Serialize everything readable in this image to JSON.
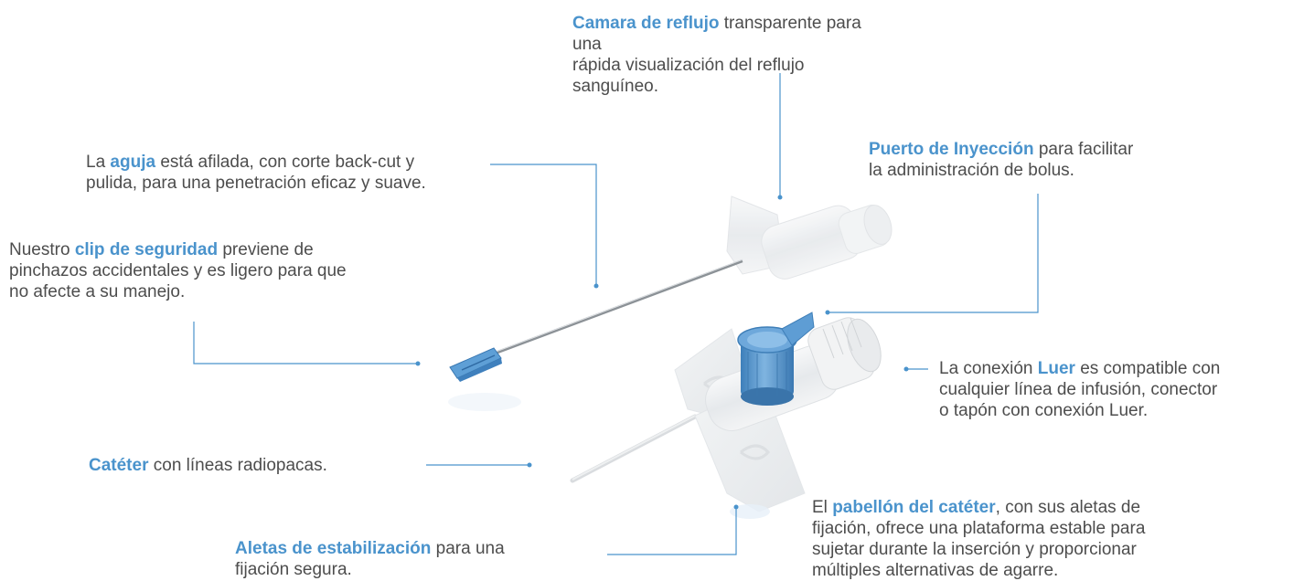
{
  "colors": {
    "accent": "#4a93cc",
    "text": "#4d4d4d",
    "leader_line": "#4a93cc"
  },
  "callouts": {
    "camara": {
      "highlight": "Camara de reflujo",
      "line1_rest": " transparente para una",
      "line2": "rápida visualización del reflujo sanguíneo."
    },
    "aguja": {
      "prefix": "La ",
      "highlight": "aguja",
      "line1_rest": " está afilada, con corte back-cut y",
      "line2": "pulida, para una penetración eficaz y suave."
    },
    "puerto": {
      "highlight": "Puerto de Inyección",
      "line1_rest": " para facilitar",
      "line2": "la administración de bolus."
    },
    "clip": {
      "prefix": "Nuestro ",
      "highlight": "clip de seguridad",
      "line1_rest": " previene de",
      "line2": "pinchazos accidentales y es ligero para que",
      "line3": "no afecte a su manejo."
    },
    "luer": {
      "prefix": "La conexión ",
      "highlight": "Luer",
      "line1_rest": " es compatible con",
      "line2": "cualquier línea de infusión, conector",
      "line3": "o tapón con conexión Luer."
    },
    "cateter": {
      "highlight": "Catéter",
      "line1_rest": " con líneas radiopacas."
    },
    "pabellon": {
      "prefix": "El ",
      "highlight": "pabellón del catéter",
      "line1_rest": ", con sus aletas de",
      "line2": "fijación, ofrece una plataforma estable para",
      "line3": "sujetar durante la inserción y proporcionar",
      "line4": "múltiples alternativas de agarre."
    },
    "aletas": {
      "highlight": "Aletas de estabilización",
      "line1_rest": " para una",
      "line2": "fijación segura."
    }
  }
}
